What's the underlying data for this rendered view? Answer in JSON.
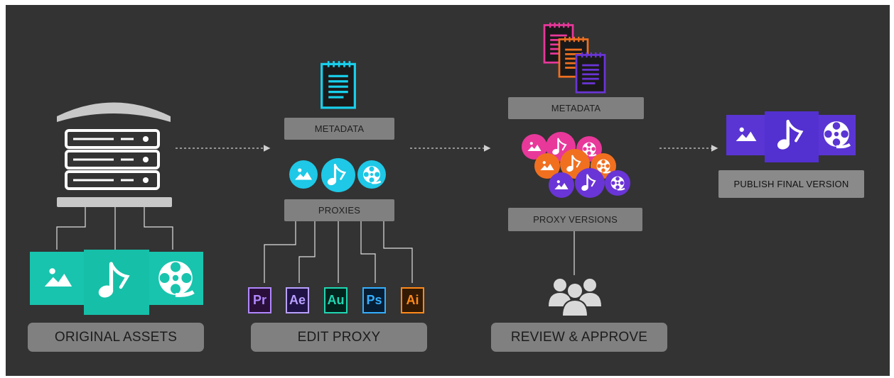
{
  "labels": {
    "original_assets": "ORIGINAL ASSETS",
    "metadata_1": "METADATA",
    "proxies": "PROXIES",
    "edit_proxy": "EDIT PROXY",
    "metadata_2": "METADATA",
    "proxy_versions": "PROXY VERSIONS",
    "review_approve": "REVIEW & APPROVE",
    "publish_final": "PUBLISH FINAL VERSION"
  },
  "apps": [
    {
      "abbr": "Pr",
      "name": "premiere-pro-icon",
      "color": "#b187ff",
      "bg": "#2a0f3a"
    },
    {
      "abbr": "Ae",
      "name": "after-effects-icon",
      "color": "#b8a0ff",
      "bg": "#1f1346"
    },
    {
      "abbr": "Au",
      "name": "audition-icon",
      "color": "#20d6b2",
      "bg": "#03231d"
    },
    {
      "abbr": "Ps",
      "name": "photoshop-icon",
      "color": "#35aeff",
      "bg": "#071d33"
    },
    {
      "abbr": "Ai",
      "name": "illustrator-icon",
      "color": "#ff8a1a",
      "bg": "#331a05"
    }
  ],
  "colors": {
    "panel": "#333333",
    "teal": "#17c4ae",
    "cyan": "#1ec8e6",
    "pink": "#e8389a",
    "orange": "#f07020",
    "purple": "#6a35d6",
    "label_gray": "#808080"
  },
  "icons": {
    "server": "server-stack-icon",
    "image": "image-icon",
    "music": "music-note-icon",
    "film": "film-reel-icon",
    "document": "document-icon",
    "team": "team-icon"
  }
}
